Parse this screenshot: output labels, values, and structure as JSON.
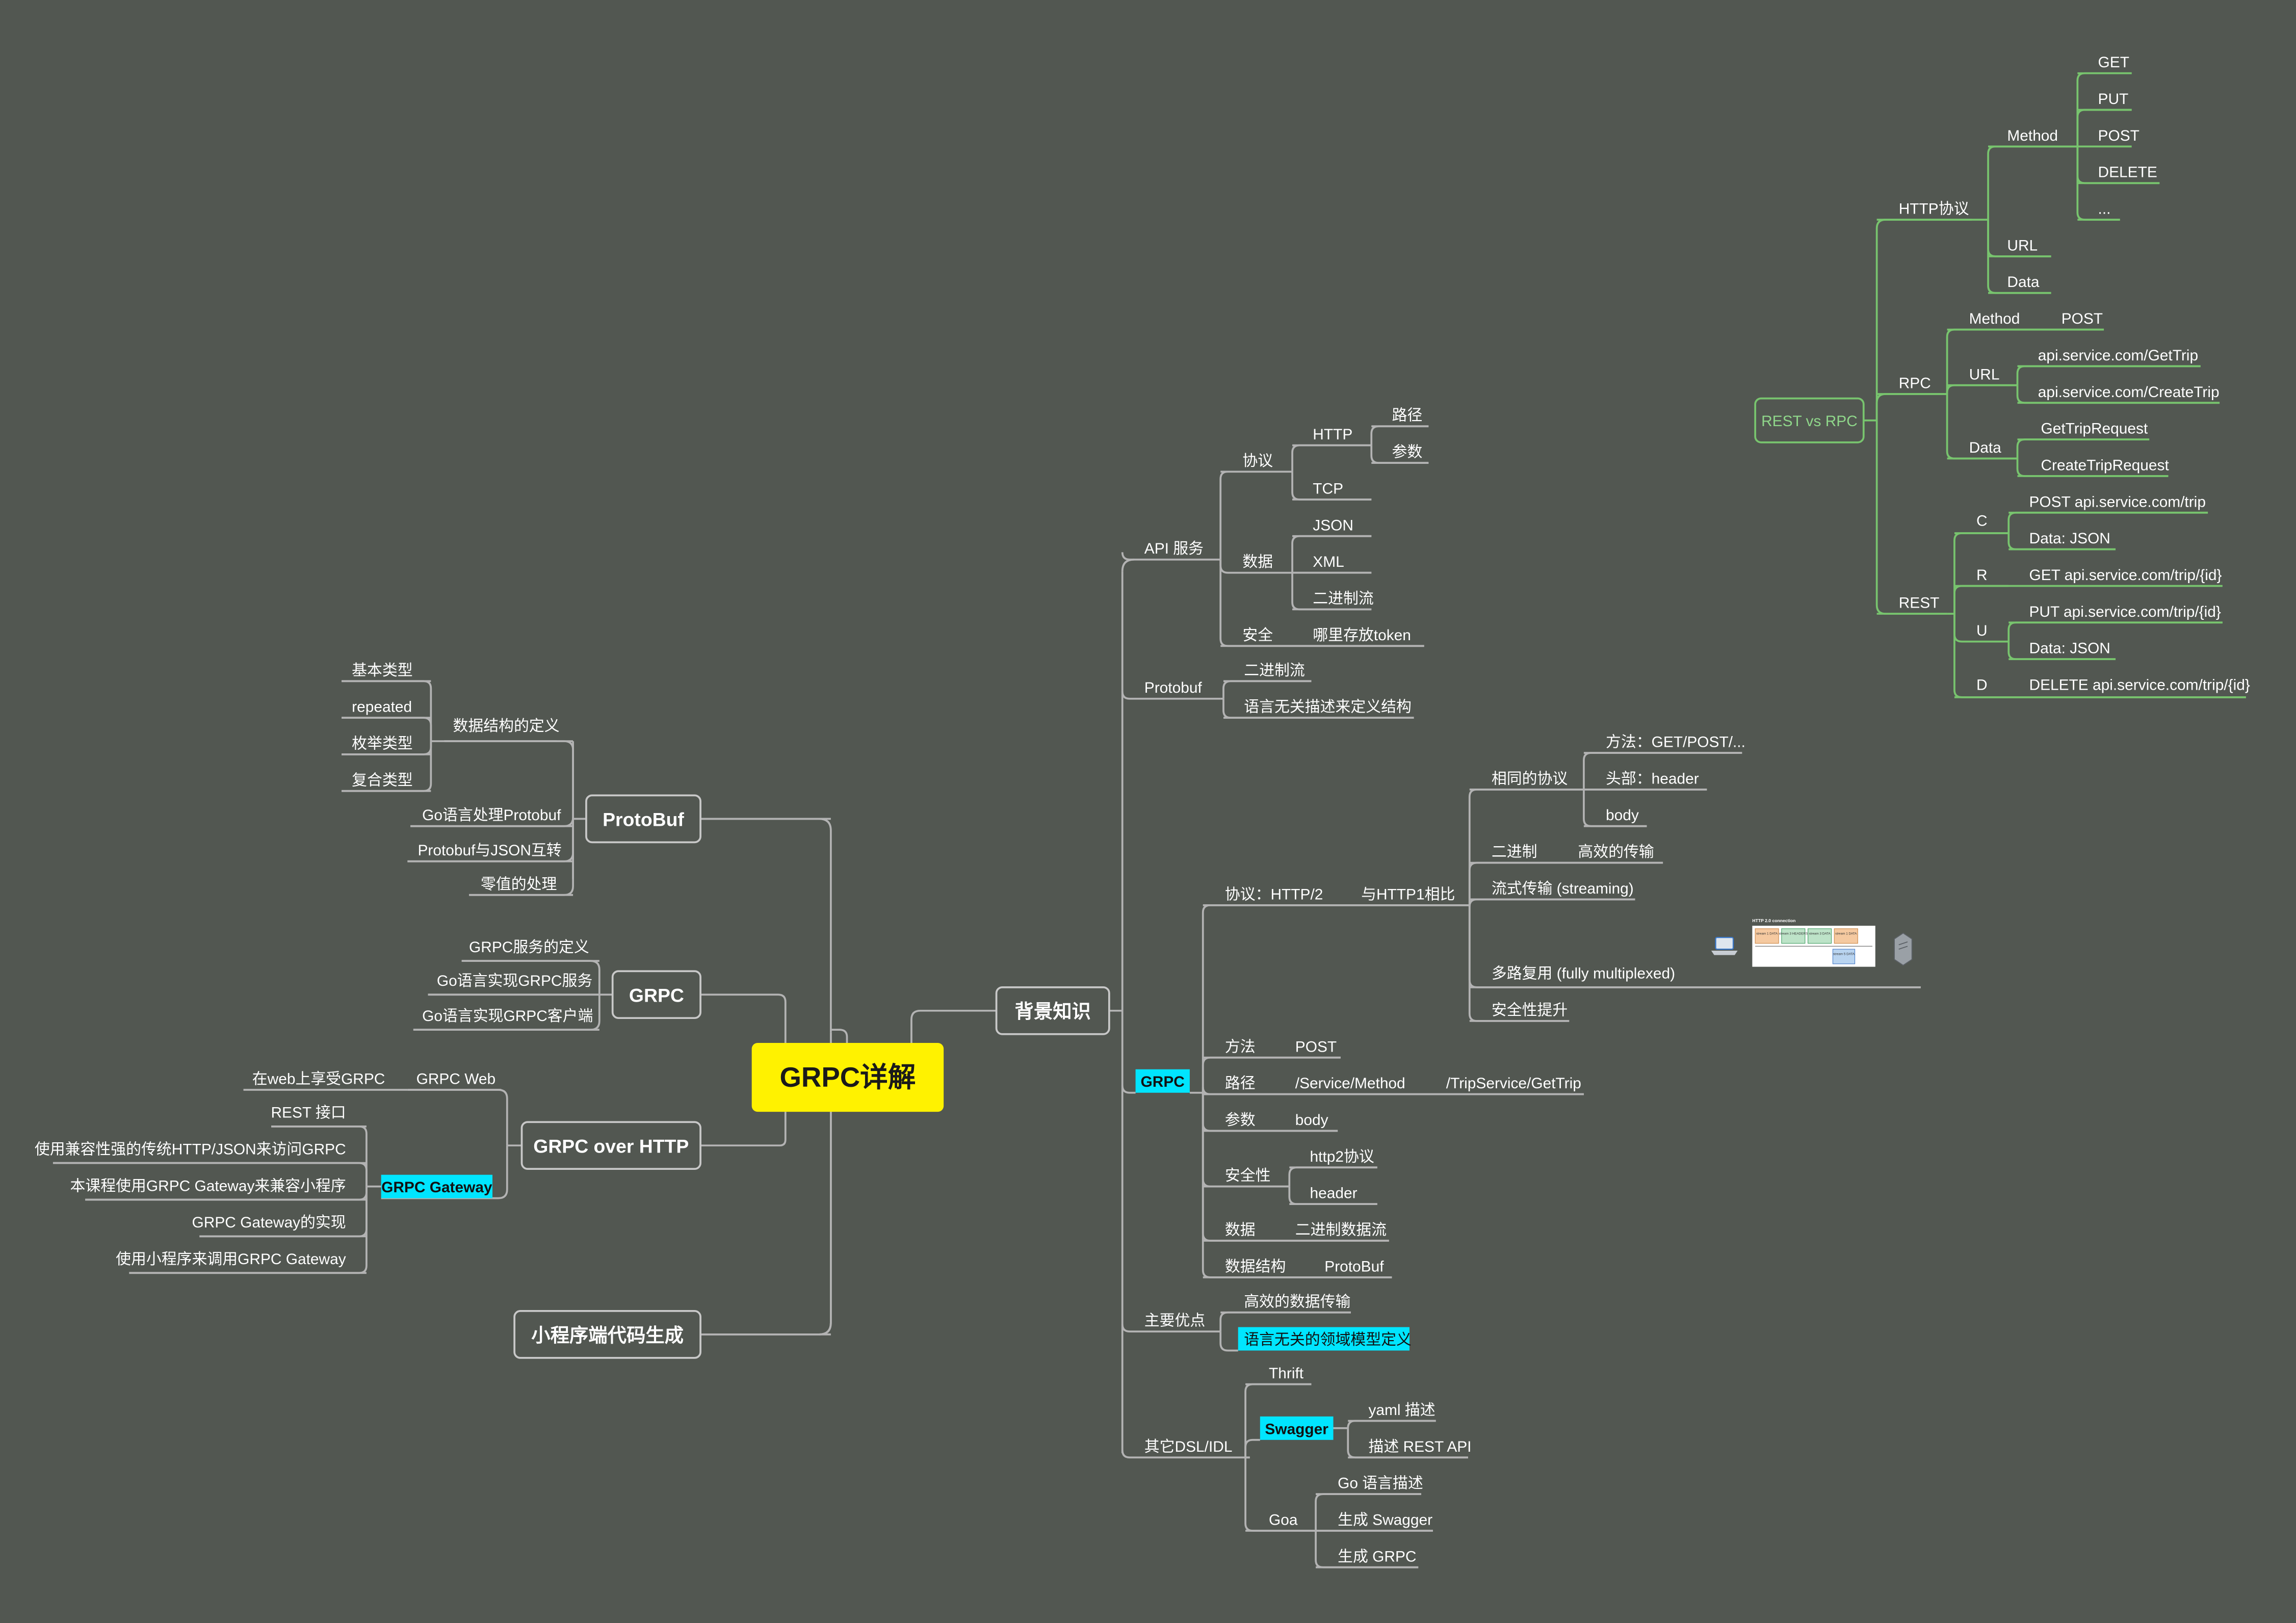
{
  "colors": {
    "background": "#525751",
    "central_fill": "#fff200",
    "node_border": "#c8c8c8",
    "line": "#b3b3b3",
    "green_line": "#78c46e",
    "green_text": "#8fd68a",
    "highlight": "#00e5ff"
  },
  "root": {
    "label": "GRPC详解"
  },
  "left": {
    "protobuf": {
      "label": "ProtoBuf",
      "data_def": "数据结构的定义",
      "types": [
        "基本类型",
        "repeated",
        "枚举类型",
        "复合类型"
      ],
      "go_proc": "Go语言处理Protobuf",
      "json": "Protobuf与JSON互转",
      "zero": "零值的处理"
    },
    "grpc": {
      "label": "GRPC",
      "items": [
        "GRPC服务的定义",
        "Go语言实现GRPC服务",
        "Go语言实现GRPC客户端"
      ]
    },
    "over_http": {
      "label": "GRPC over HTTP",
      "web_label": "GRPC Web",
      "web_item": "在web上享受GRPC",
      "gateway_label": "GRPC Gateway",
      "gateway_items": [
        "REST 接口",
        "使用兼容性强的传统HTTP/JSON来访问GRPC",
        "本课程使用GRPC Gateway来兼容小程序",
        "GRPC Gateway的实现",
        "使用小程序来调用GRPC Gateway"
      ]
    },
    "mini": {
      "label": "小程序端代码生成"
    }
  },
  "bg": {
    "label": "背景知识",
    "api": {
      "label": "API 服务",
      "protocol": "协议",
      "http": "HTTP",
      "path": "路径",
      "param": "参数",
      "tcp": "TCP",
      "data": "数据",
      "json": "JSON",
      "xml": "XML",
      "binary": "二进制流",
      "security": "安全",
      "token": "哪里存放token"
    },
    "protobuf": {
      "label": "Protobuf",
      "items": [
        "二进制流",
        "语言无关描述来定义结构"
      ]
    },
    "grpc": {
      "label": "GRPC",
      "protocol": "协议：HTTP/2",
      "compare": "与HTTP1相比",
      "same": "相同的协议",
      "same_items": [
        "方法：GET/POST/...",
        "头部：header",
        "body"
      ],
      "binary": "二进制",
      "binary_val": "高效的传输",
      "stream": "流式传输 (streaming)",
      "multiplex": "多路复用 (fully multiplexed)",
      "secure_up": "安全性提升",
      "figure_title": "HTTP 2.0 connection",
      "figure_streams": [
        "stream 1 DATA",
        "stream 3 HEADERS",
        "stream 3 DATA",
        "stream 1 DATA",
        "stream 5 DATA"
      ],
      "method": "方法",
      "method_val": "POST",
      "path": "路径",
      "path_val": "/Service/Method",
      "path_ex": "/TripService/GetTrip",
      "param": "参数",
      "param_val": "body",
      "security": "安全性",
      "security_items": [
        "http2协议",
        "header"
      ],
      "data": "数据",
      "data_val": "二进制数据流",
      "struct": "数据结构",
      "struct_val": "ProtoBuf"
    },
    "adv": {
      "label": "主要优点",
      "items": [
        "高效的数据传输",
        "语言无关的领域模型定义"
      ]
    },
    "dsl": {
      "label": "其它DSL/IDL",
      "thrift": "Thrift",
      "swagger": "Swagger",
      "swagger_items": [
        "yaml 描述",
        "描述 REST API"
      ],
      "goa": "Goa",
      "goa_items": [
        "Go 语言描述",
        "生成 Swagger",
        "生成 GRPC"
      ]
    }
  },
  "rest": {
    "label": "REST vs RPC",
    "http": {
      "label": "HTTP协议",
      "method": "Method",
      "methods": [
        "GET",
        "PUT",
        "POST",
        "DELETE",
        "..."
      ],
      "url": "URL",
      "data": "Data"
    },
    "rpc": {
      "label": "RPC",
      "method": "Method",
      "method_val": "POST",
      "url": "URL",
      "urls": [
        "api.service.com/GetTrip",
        "api.service.com/CreateTrip"
      ],
      "data": "Data",
      "datas": [
        "GetTripRequest",
        "CreateTripRequest"
      ]
    },
    "rest": {
      "label": "REST",
      "c": "C",
      "c_items": [
        "POST api.service.com/trip",
        "Data: JSON"
      ],
      "r": "R",
      "r_item": "GET api.service.com/trip/{id}",
      "u": "U",
      "u_items": [
        "PUT api.service.com/trip/{id}",
        "Data: JSON"
      ],
      "d": "D",
      "d_item": "DELETE api.service.com/trip/{id}"
    }
  }
}
